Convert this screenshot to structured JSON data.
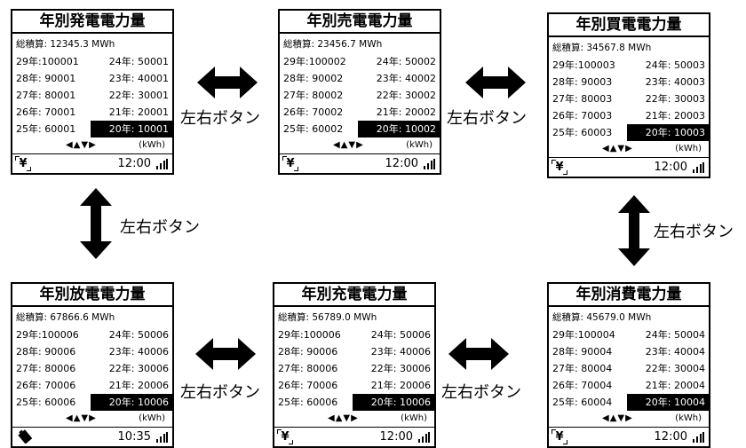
{
  "button_label": "左右ボタン",
  "unit": "(kWh)",
  "nav_arrows": "◀▲▼▶",
  "panels": [
    {
      "title": "年別発電電力量",
      "total": "総積算: 12345.3 MWh",
      "rows": [
        [
          "29年:100001",
          "24年: 50001"
        ],
        [
          "28年: 90001",
          "23年: 40001"
        ],
        [
          "27年: 80001",
          "22年: 30001"
        ],
        [
          "26年: 70001",
          "21年: 20001"
        ],
        [
          "25年: 60001",
          "20年: 10001"
        ]
      ],
      "status_icon": "yen-icon",
      "time": "12:00"
    },
    {
      "title": "年別売電電力量",
      "total": "総積算: 23456.7 MWh",
      "rows": [
        [
          "29年:100002",
          "24年: 50002"
        ],
        [
          "28年: 90002",
          "23年: 40002"
        ],
        [
          "27年: 80002",
          "22年: 30002"
        ],
        [
          "26年: 70002",
          "21年: 20002"
        ],
        [
          "25年: 60002",
          "20年: 10002"
        ]
      ],
      "status_icon": "yen-icon",
      "time": "12:00"
    },
    {
      "title": "年別買電電力量",
      "total": "総積算: 34567.8 MWh",
      "rows": [
        [
          "29年:100003",
          "24年: 50003"
        ],
        [
          "28年: 90003",
          "23年: 40003"
        ],
        [
          "27年: 80003",
          "22年: 30003"
        ],
        [
          "26年: 70003",
          "21年: 20003"
        ],
        [
          "25年: 60003",
          "20年: 10003"
        ]
      ],
      "status_icon": "yen-icon",
      "time": "12:00"
    },
    {
      "title": "年別放電電力量",
      "total": "総積算: 67866.6 MWh",
      "rows": [
        [
          "29年:100006",
          "24年: 50006"
        ],
        [
          "28年: 90006",
          "23年: 40006"
        ],
        [
          "27年: 80006",
          "22年: 30006"
        ],
        [
          "26年: 70006",
          "21年: 20006"
        ],
        [
          "25年: 60006",
          "20年: 10006"
        ]
      ],
      "status_icon": "battery-icon",
      "time": "10:35"
    },
    {
      "title": "年別充電電力量",
      "total": "総積算: 56789.0 MWh",
      "rows": [
        [
          "29年:100006",
          "24年: 50006"
        ],
        [
          "28年: 90006",
          "23年: 40006"
        ],
        [
          "27年: 80006",
          "22年: 30006"
        ],
        [
          "26年: 70006",
          "21年: 20006"
        ],
        [
          "25年: 60006",
          "20年: 10006"
        ]
      ],
      "status_icon": "yen-icon",
      "time": "12:00"
    },
    {
      "title": "年別消費電力量",
      "total": "総積算: 45679.0 MWh",
      "rows": [
        [
          "29年:100004",
          "24年: 50004"
        ],
        [
          "28年: 90004",
          "23年: 40004"
        ],
        [
          "27年: 80004",
          "22年: 30004"
        ],
        [
          "26年: 70004",
          "21年: 20004"
        ],
        [
          "25年: 60004",
          "20年: 10004"
        ]
      ],
      "status_icon": "yen-icon",
      "time": "12:00"
    }
  ]
}
